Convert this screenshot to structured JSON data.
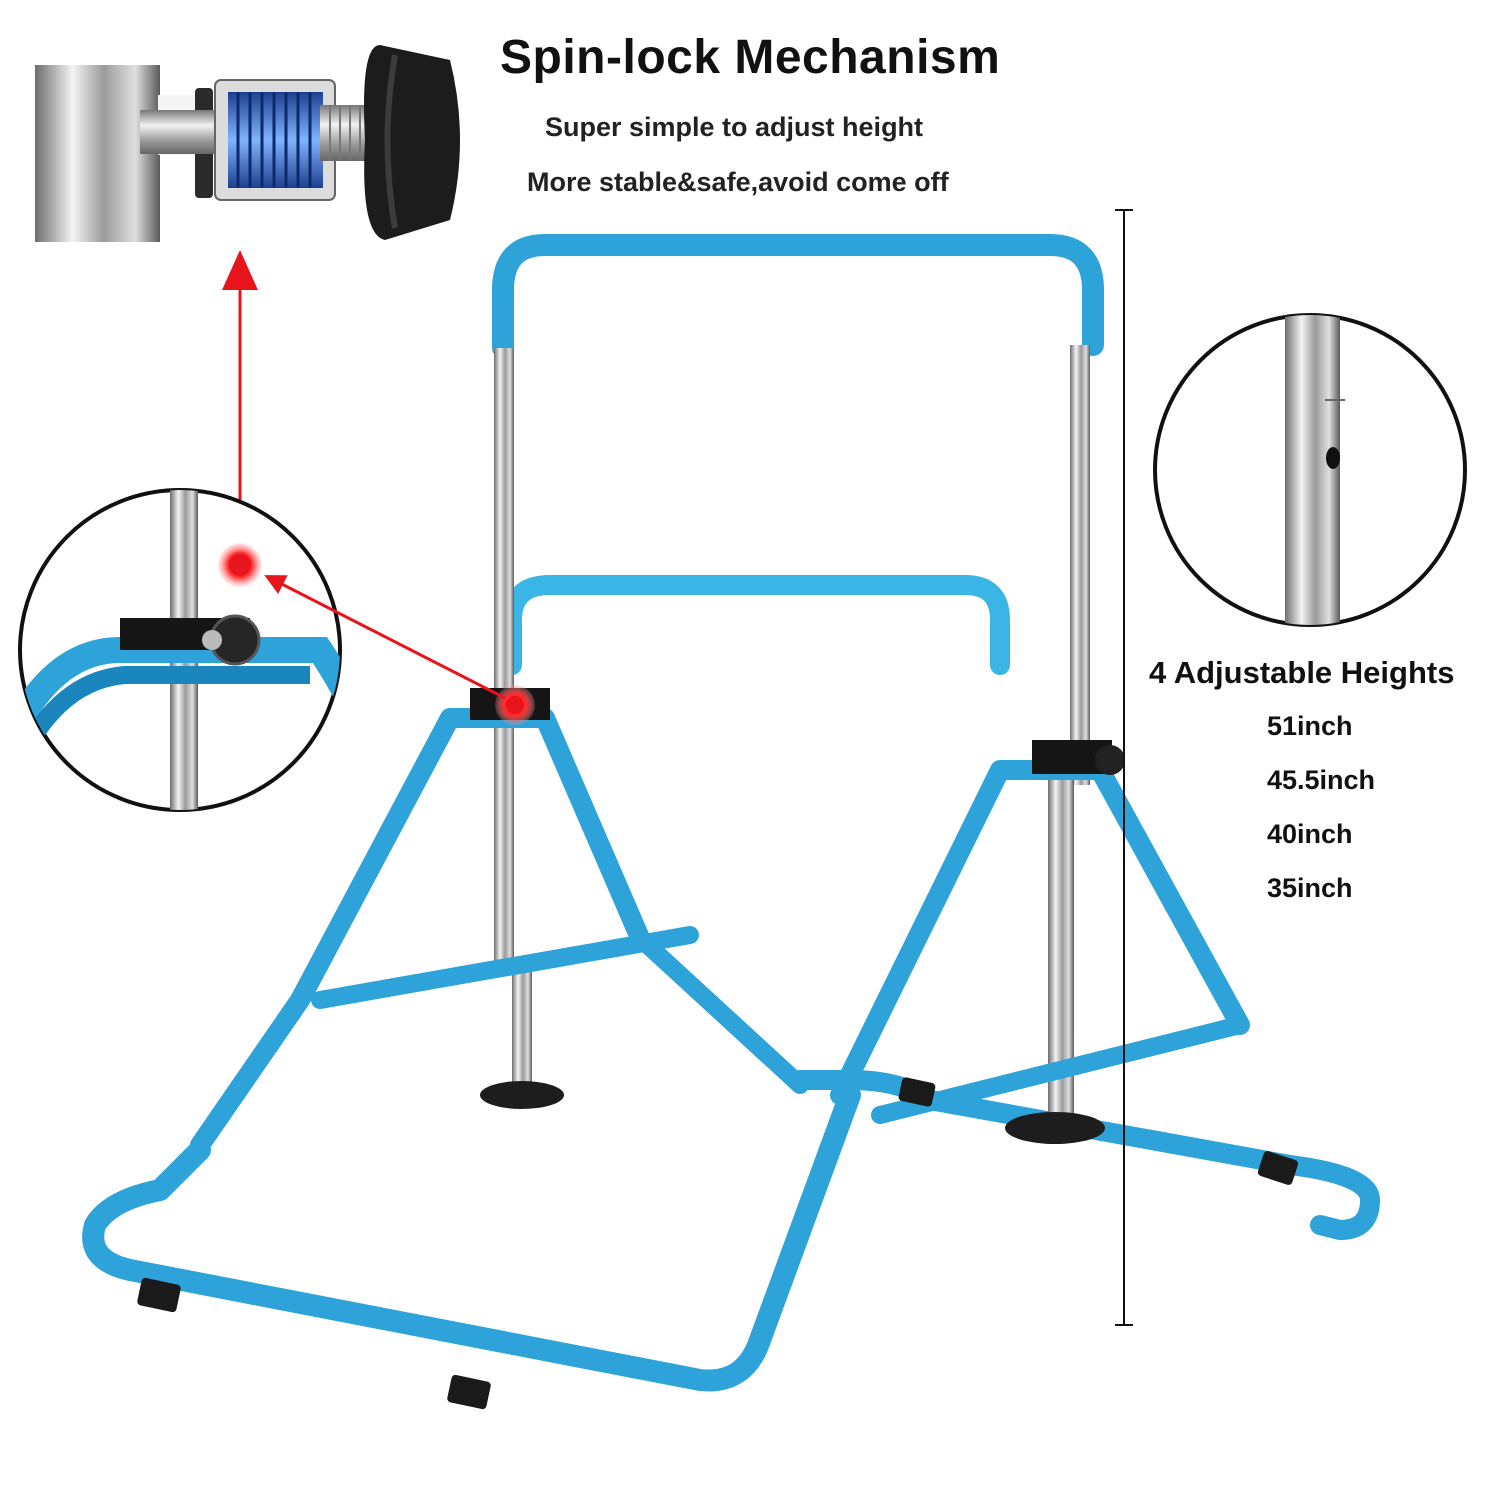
{
  "header": {
    "title": "Spin-lock Mechanism",
    "subtitle_1": "Super simple to adjust height",
    "subtitle_2": "More stable&safe,avoid come off"
  },
  "heights": {
    "title": "4 Adjustable Heights",
    "values": [
      "51inch",
      "45.5inch",
      "40inch",
      "35inch"
    ]
  },
  "colors": {
    "frame_blue": "#2ea3da",
    "frame_blue_dark": "#1a86bd",
    "chrome": "#c8c8c8",
    "marker_red": "#e8141b",
    "text": "#111111"
  },
  "icons": {
    "spin_lock_detail": "spin-lock-closeup-image",
    "clamp_detail": "clamp-closeup-image",
    "hole_detail": "pole-hole-closeup-image",
    "marker": "red-dot-marker-icon"
  }
}
